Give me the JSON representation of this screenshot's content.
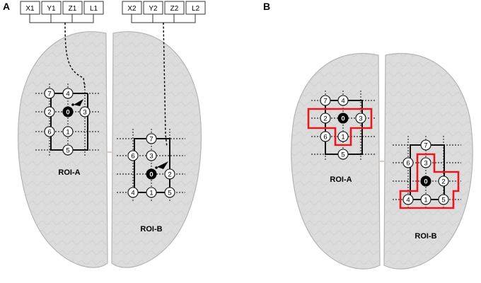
{
  "panels": [
    {
      "letter": "A",
      "coord_boxes": [
        "X1",
        "Y1",
        "Z1",
        "L1",
        "X2",
        "Y2",
        "Z2",
        "L2"
      ],
      "rois": [
        {
          "label": "ROI-A",
          "nodes": [
            {
              "id": "7",
              "filled": false
            },
            {
              "id": "4",
              "filled": false
            },
            {
              "id": "2",
              "filled": false
            },
            {
              "id": "0",
              "filled": true
            },
            {
              "id": "3",
              "filled": false
            },
            {
              "id": "6",
              "filled": false
            },
            {
              "id": "1",
              "filled": false
            },
            {
              "id": "5",
              "filled": false
            }
          ]
        },
        {
          "label": "ROI-B",
          "nodes": [
            {
              "id": "7",
              "filled": false
            },
            {
              "id": "6",
              "filled": false
            },
            {
              "id": "3",
              "filled": false
            },
            {
              "id": "0",
              "filled": true
            },
            {
              "id": "2",
              "filled": false
            },
            {
              "id": "4",
              "filled": false
            },
            {
              "id": "1",
              "filled": false
            },
            {
              "id": "5",
              "filled": false
            }
          ]
        }
      ]
    },
    {
      "letter": "B",
      "rois": [
        {
          "label": "ROI-A",
          "nodes": [
            {
              "id": "7",
              "filled": false
            },
            {
              "id": "4",
              "filled": false
            },
            {
              "id": "2",
              "filled": false
            },
            {
              "id": "0",
              "filled": true
            },
            {
              "id": "3",
              "filled": false
            },
            {
              "id": "6",
              "filled": false
            },
            {
              "id": "1",
              "filled": false
            },
            {
              "id": "5",
              "filled": false
            }
          ]
        },
        {
          "label": "ROI-B",
          "nodes": [
            {
              "id": "7",
              "filled": false
            },
            {
              "id": "6",
              "filled": false
            },
            {
              "id": "3",
              "filled": false
            },
            {
              "id": "0",
              "filled": true
            },
            {
              "id": "2",
              "filled": false
            },
            {
              "id": "4",
              "filled": false
            },
            {
              "id": "1",
              "filled": false
            },
            {
              "id": "5",
              "filled": false
            }
          ]
        }
      ]
    }
  ],
  "colors": {
    "brain_fill": "#dcdcdc",
    "brain_edge": "#b4b4b4",
    "highlight": "#e8191e",
    "roi_outline": "#111111",
    "filled_node": "#000000"
  }
}
